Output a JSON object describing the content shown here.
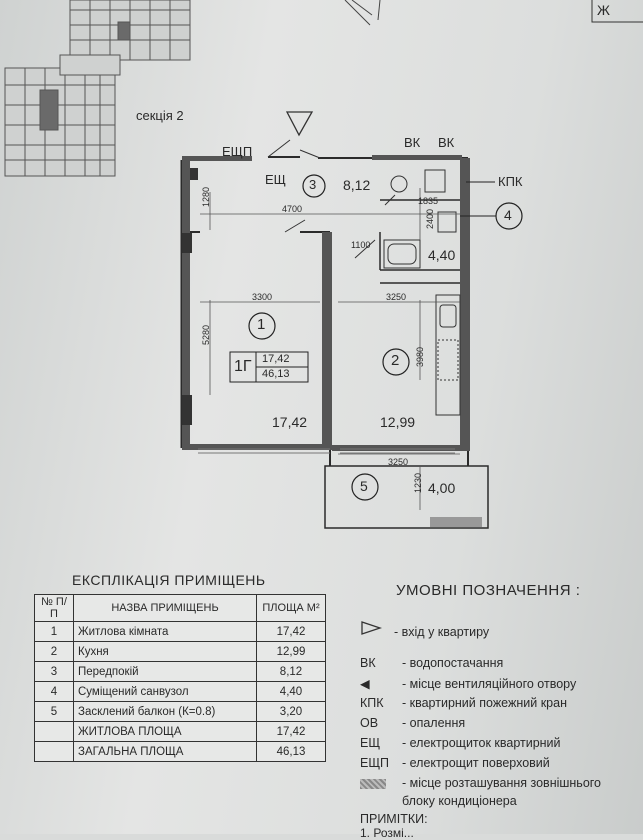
{
  "top_right_label": "Ж",
  "section_label": "секція 2",
  "plan": {
    "labels": {
      "eshp": "ЕЩП",
      "esh": "ЕЩ",
      "vk1": "ВК",
      "vk2": "ВК",
      "kpk": "КПК"
    },
    "dims": {
      "d1280": "1280",
      "d4700": "4700",
      "d1835": "1835",
      "d2400": "2400",
      "d1100": "1100",
      "d3300": "3300",
      "d3250a": "3250",
      "d5280": "5280",
      "d3980": "3980",
      "d3250b": "3250",
      "d1230": "1230"
    },
    "rooms": [
      {
        "no": "1",
        "area": "17,42"
      },
      {
        "no": "2",
        "area": "12,99"
      },
      {
        "no": "3",
        "area": "8,12"
      },
      {
        "no": "4",
        "area": "4,40"
      },
      {
        "no": "5",
        "area": "4,00"
      }
    ],
    "apartment": {
      "type": "1Г",
      "living": "17,42",
      "total": "46,13"
    }
  },
  "explication": {
    "title": "ЕКСПЛІКАЦІЯ ПРИМІЩЕНЬ",
    "headers": {
      "no": "№ П/П",
      "name": "НАЗВА ПРИМІЩЕНЬ",
      "area": "ПЛОЩА М²"
    },
    "rows": [
      {
        "no": "1",
        "name": "Житлова кімната",
        "area": "17,42"
      },
      {
        "no": "2",
        "name": "Кухня",
        "area": "12,99"
      },
      {
        "no": "3",
        "name": "Передпокій",
        "area": "8,12"
      },
      {
        "no": "4",
        "name": "Суміщений санвузол",
        "area": "4,40"
      },
      {
        "no": "5",
        "name": "Засклений балкон (К=0.8)",
        "area": "3,20"
      }
    ],
    "living_label": "ЖИТЛОВА ПЛОЩА",
    "living_value": "17,42",
    "total_label": "ЗАГАЛЬНА ПЛОЩА",
    "total_value": "46,13"
  },
  "legend": {
    "title": "УМОВНІ ПОЗНАЧЕННЯ :",
    "items": [
      {
        "code": "",
        "text": "- вхід у квартиру"
      },
      {
        "code": "ВК",
        "text": "- водопостачання"
      },
      {
        "code": "",
        "text": "- місце вентиляційного отвору"
      },
      {
        "code": "КПК",
        "text": "- квартирний пожежний кран"
      },
      {
        "code": "ОВ",
        "text": "- опалення"
      },
      {
        "code": "ЕЩ",
        "text": "- електрощиток квартирний"
      },
      {
        "code": "ЕЩП",
        "text": "- електрощит поверховий"
      },
      {
        "code": "",
        "text": "- місце розташування зовнішнього"
      },
      {
        "code": "",
        "text": "блоку кондиціонера"
      }
    ]
  },
  "notes": {
    "title": "ПРИМІТКИ:",
    "first": "1. Розмі..."
  }
}
